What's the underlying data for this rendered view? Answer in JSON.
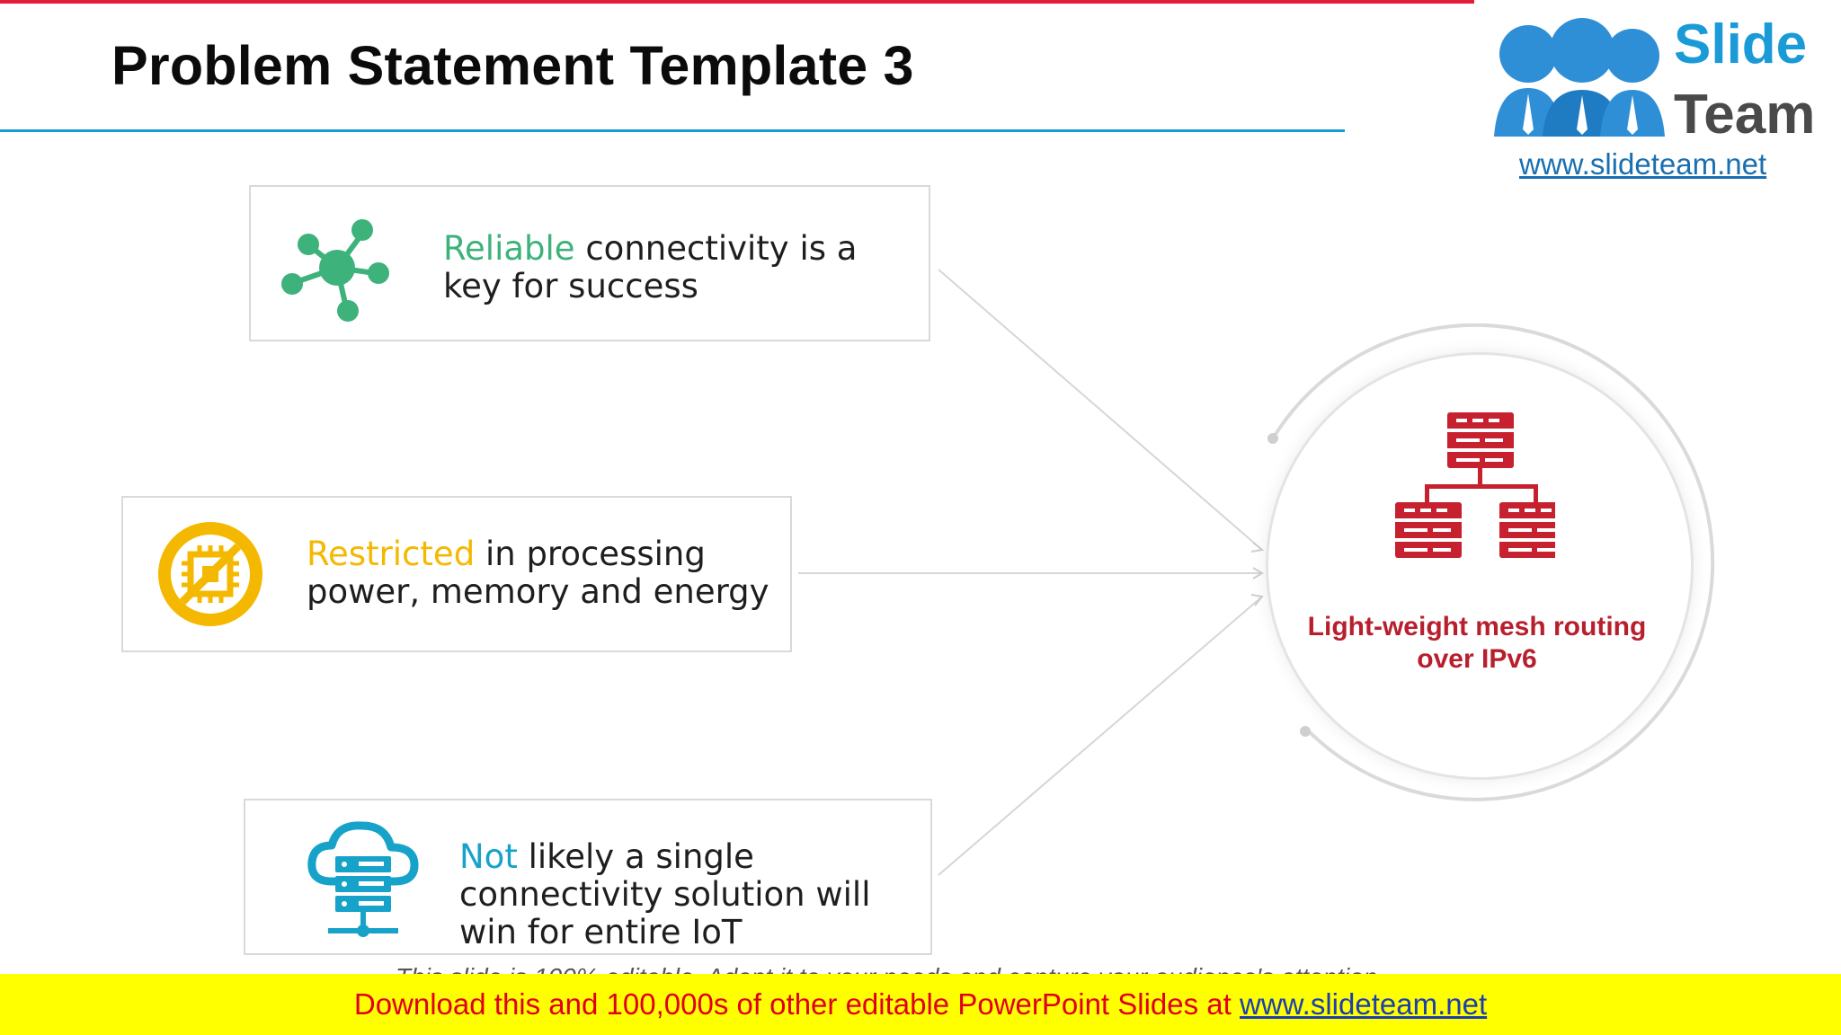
{
  "slide": {
    "title": "Problem Statement Template 3",
    "accent_colors": {
      "top_rule": "#e31e3a",
      "title_rule": "#1a9ad6",
      "center": "#b81f2d"
    }
  },
  "logo": {
    "word1": "Slide",
    "word2": "Team",
    "url": "www.slideteam.net"
  },
  "cards": [
    {
      "highlight": "Reliable",
      "rest": " connectivity is a key for success",
      "icon": "network-hub-icon",
      "color": "#3db27a"
    },
    {
      "highlight": "Restricted",
      "rest": " in processing power, memory and energy",
      "icon": "restricted-chip-icon",
      "color": "#f5b800"
    },
    {
      "highlight": "Not",
      "rest": " likely a single connectivity solution will win for entire IoT",
      "icon": "cloud-server-icon",
      "color": "#17a3c9"
    }
  ],
  "center": {
    "label": "Light-weight mesh routing over IPv6",
    "icon": "server-hierarchy-icon"
  },
  "footnote": "This slide is 100% editable. Adapt it to your needs and capture your audience's attention.",
  "banner": {
    "text": "Download this and 100,000s of other editable PowerPoint Slides at ",
    "link": "www.slideteam.net"
  }
}
